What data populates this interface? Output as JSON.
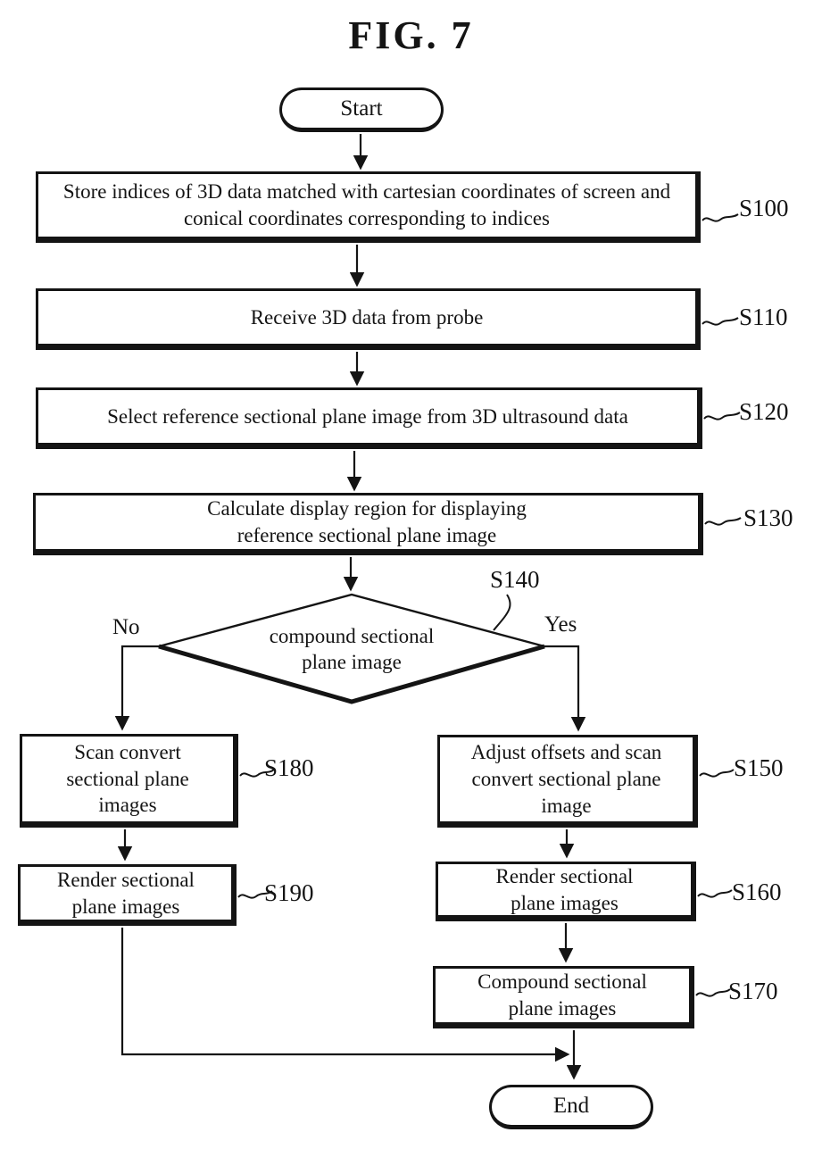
{
  "figure_title": "FIG. 7",
  "colors": {
    "ink": "#141414",
    "background": "#ffffff"
  },
  "flowchart": {
    "start": {
      "text": "Start"
    },
    "end": {
      "text": "End"
    },
    "decision": {
      "ref": "S140",
      "text": "compound sectional plane image",
      "no_label": "No",
      "yes_label": "Yes"
    },
    "steps": {
      "s100": {
        "ref": "S100",
        "text": "Store indices of 3D data matched with cartesian coordinates of screen and conical coordinates corresponding to indices"
      },
      "s110": {
        "ref": "S110",
        "text": "Receive 3D data from probe"
      },
      "s120": {
        "ref": "S120",
        "text": "Select reference sectional plane image from 3D ultrasound data"
      },
      "s130": {
        "ref": "S130",
        "text": "Calculate display region for displaying reference sectional plane image"
      },
      "s150": {
        "ref": "S150",
        "text": "Adjust offsets and scan convert sectional plane image"
      },
      "s160": {
        "ref": "S160",
        "text": "Render sectional plane images"
      },
      "s170": {
        "ref": "S170",
        "text": "Compound sectional plane images"
      },
      "s180": {
        "ref": "S180",
        "text": "Scan convert sectional plane images"
      },
      "s190": {
        "ref": "S190",
        "text": "Render sectional plane images"
      }
    }
  }
}
